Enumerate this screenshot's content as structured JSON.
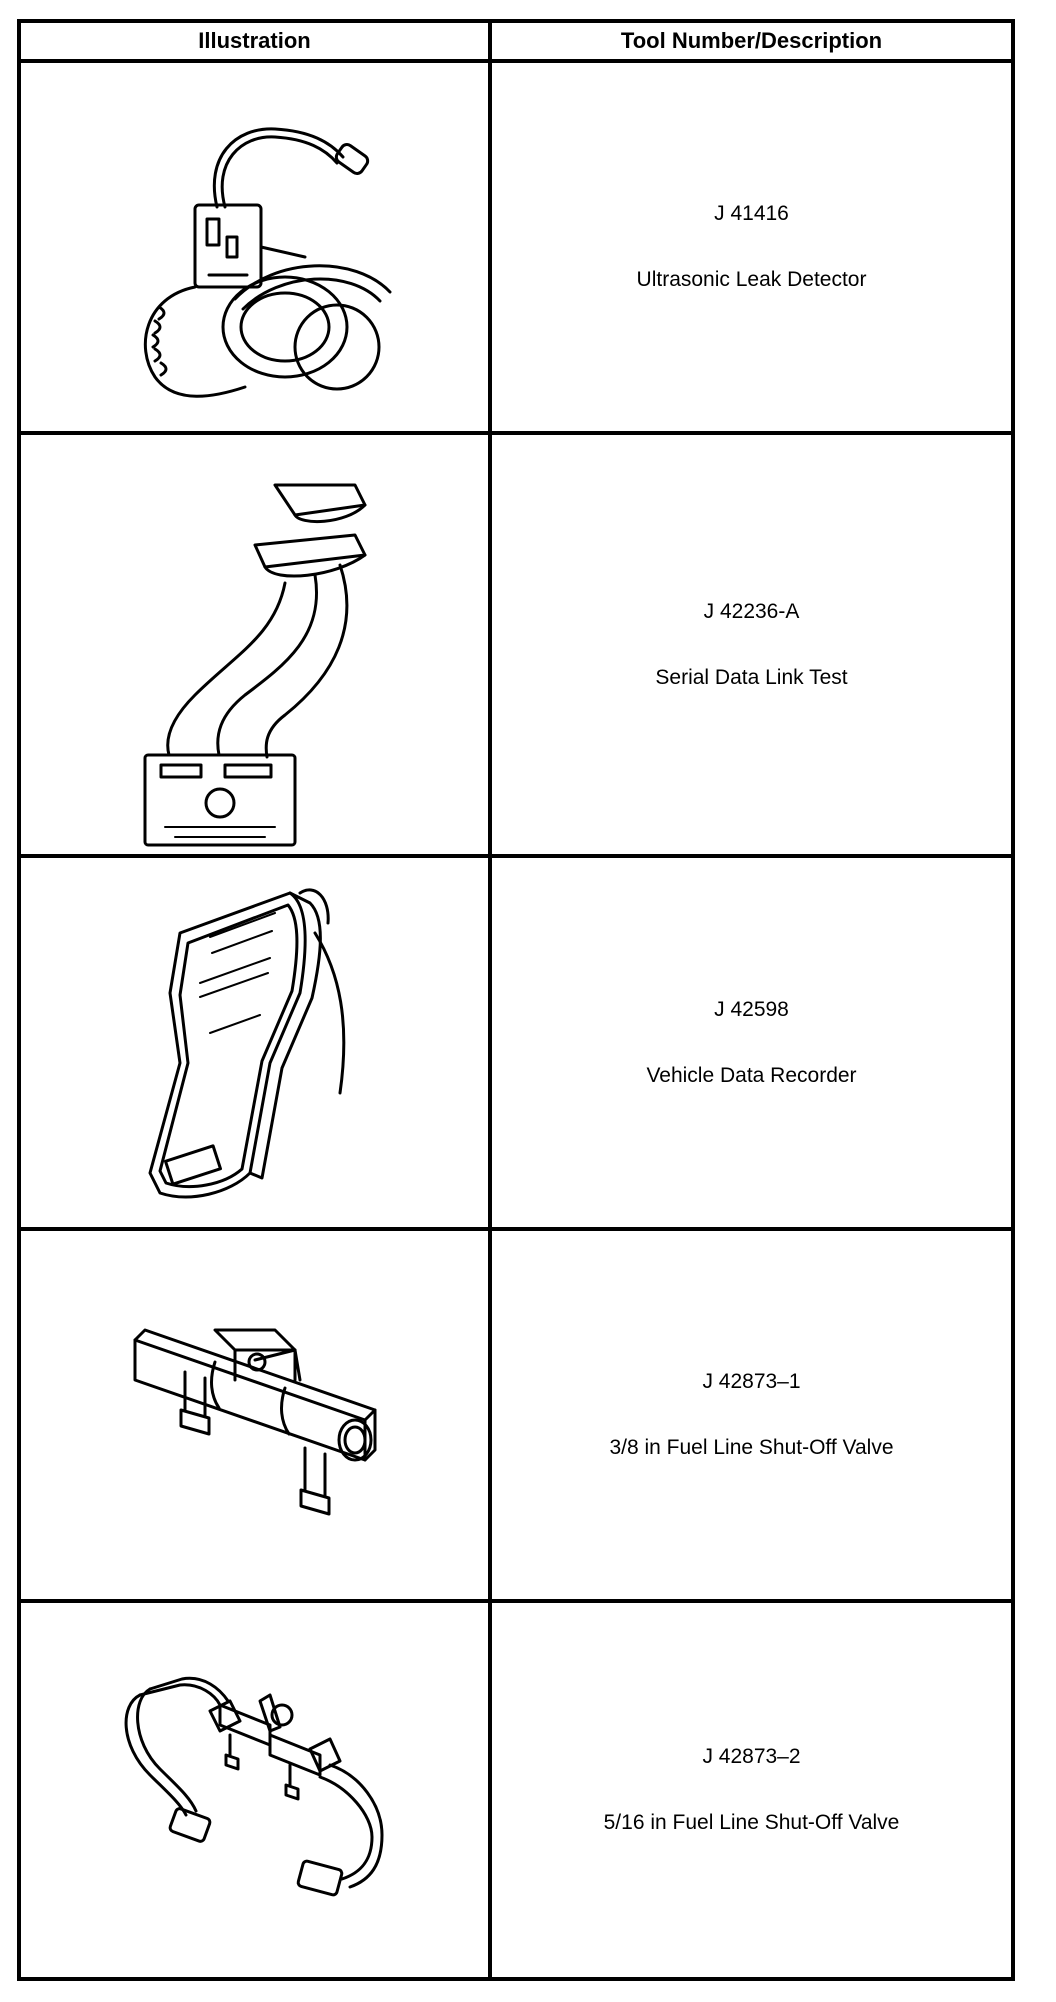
{
  "header": {
    "illustration": "Illustration",
    "tool": "Tool Number/Description"
  },
  "tools": [
    {
      "number": "J 41416",
      "description": "Ultrasonic Leak Detector",
      "icon": "ultrasonic-leak-detector-icon"
    },
    {
      "number": "J 42236-A",
      "description": "Serial Data Link Test",
      "icon": "serial-data-link-tester-icon"
    },
    {
      "number": "J 42598",
      "description": "Vehicle Data Recorder",
      "icon": "vehicle-data-recorder-icon"
    },
    {
      "number": "J 42873–1",
      "description": "3/8 in Fuel Line Shut-Off Valve",
      "icon": "fuel-line-shutoff-valve-icon"
    },
    {
      "number": "J 42873–2",
      "description": "5/16 in Fuel Line Shut-Off Valve",
      "icon": "fuel-line-shutoff-valve-hose-icon"
    }
  ]
}
